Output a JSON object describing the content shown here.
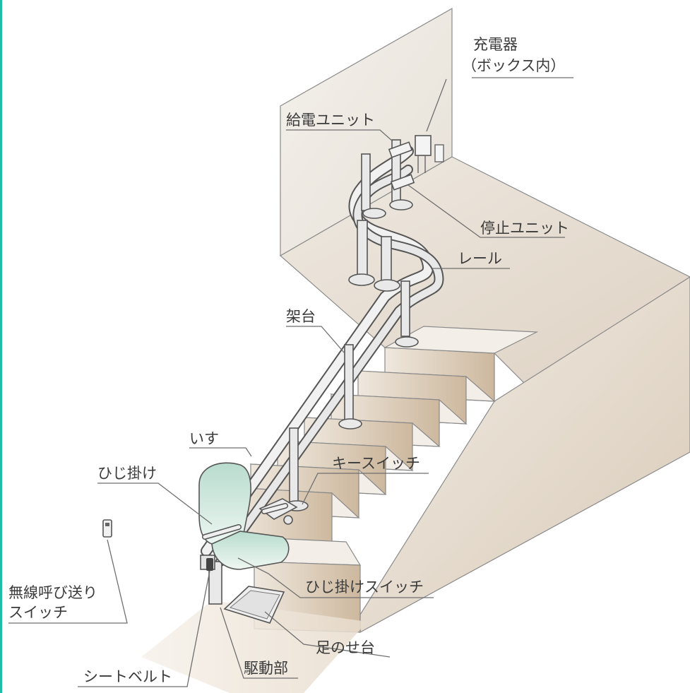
{
  "colors": {
    "left_bar": "#1bbfa8",
    "wall": "#eeeae3",
    "floor": "#e2d8cc",
    "step_top": "#f3eee7",
    "step_riser": "#d9c9b4",
    "seat": "#cfe7dd",
    "metal": "#e9e9e9",
    "outline": "#555555"
  },
  "labels": {
    "charger_line1": "充電器",
    "charger_line2": "（ボックス内）",
    "power_unit": "給電ユニット",
    "stop_unit": "停止ユニット",
    "rail": "レール",
    "stand": "架台",
    "seat": "いす",
    "armrest": "ひじ掛け",
    "key_switch": "キースイッチ",
    "armrest_switch": "ひじ掛けスイッチ",
    "wireless_line1": "無線呼び送り",
    "wireless_line2": "スイッチ",
    "footrest": "足のせ台",
    "drive_unit": "駆動部",
    "seatbelt": "シートベルト"
  }
}
